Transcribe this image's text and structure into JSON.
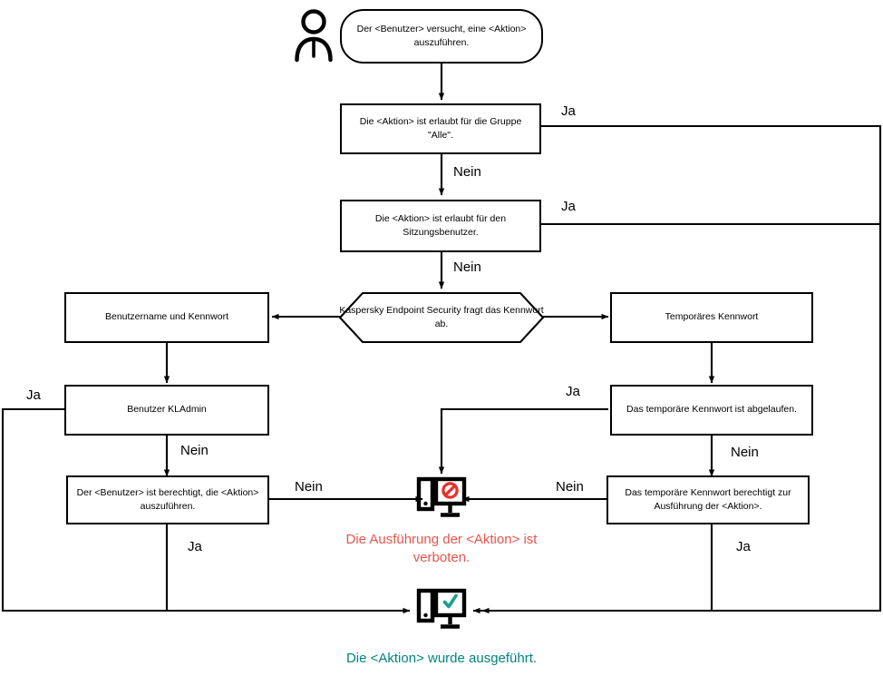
{
  "diagram": {
    "title": "Kaspersky Endpoint Security Kennwortschutz Ablaufdiagramm",
    "colors": {
      "stroke": "#000000",
      "background": "#ffffff",
      "deny_text": "#e8554d",
      "deny_symbol": "#e8312b",
      "allow_text": "#00857e",
      "allow_symbol": "#1a9e8f"
    },
    "actor": {
      "icon": "person-icon"
    },
    "nodes": {
      "start": "Der <Benutzer> versucht, eine <Aktion> auszuführen.",
      "decision_group_all": "Die <Aktion> ist erlaubt für die Gruppe \"Alle\".",
      "decision_session_user": "Die <Aktion> ist erlaubt für den Sitzungsbenutzer.",
      "password_prompt": "Kaspersky Endpoint Security fragt das Kennwort ab.",
      "username_password": "Benutzername und Kennwort",
      "temporary_password": "Temporäres Kennwort",
      "user_kladmin": "Benutzer KLAdmin",
      "temp_password_expired": "Das temporäre Kennwort ist abgelaufen.",
      "user_authorized": "Der <Benutzer> ist berechtigt, die <Aktion> auszuführen.",
      "temp_password_authorizes": "Das temporäre Kennwort berechtigt zur Ausführung der <Aktion>."
    },
    "edge_labels": {
      "group_all_yes": "Ja",
      "group_all_no": "Nein",
      "session_user_yes": "Ja",
      "session_user_no": "Nein",
      "kladmin_yes": "Ja",
      "kladmin_no": "Nein",
      "user_authorized_no": "Nein",
      "user_authorized_yes": "Ja",
      "temp_expired_yes": "Ja",
      "temp_expired_no": "Nein",
      "temp_authorizes_no": "Nein",
      "temp_authorizes_yes": "Ja"
    },
    "terminals": {
      "denied": {
        "icon": "monitor-forbidden-icon",
        "caption": "Die Ausführung der <Aktion> ist verboten."
      },
      "allowed": {
        "icon": "monitor-check-icon",
        "caption": "Die <Aktion> wurde ausgeführt."
      }
    }
  }
}
